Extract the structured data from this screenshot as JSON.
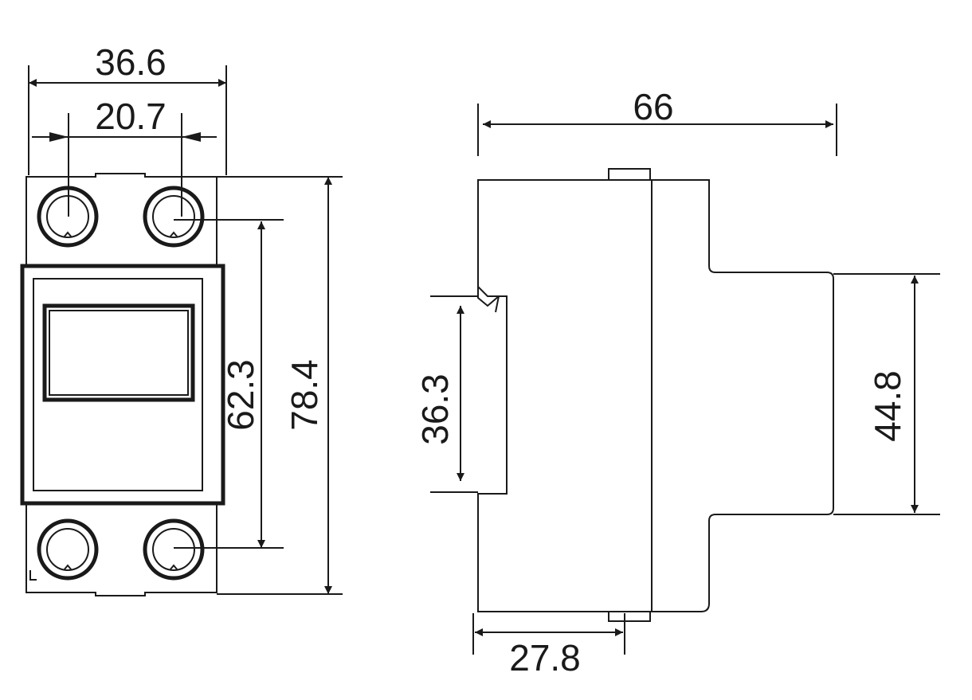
{
  "front_view": {
    "dims": {
      "overall_width": "36.6",
      "terminal_spacing": "20.7",
      "terminal_vertical": "62.3",
      "overall_height": "78.4"
    }
  },
  "side_view": {
    "dims": {
      "overall_depth": "66",
      "rail_slot": "36.3",
      "front_face_height": "44.8",
      "rail_to_clip": "27.8"
    }
  }
}
